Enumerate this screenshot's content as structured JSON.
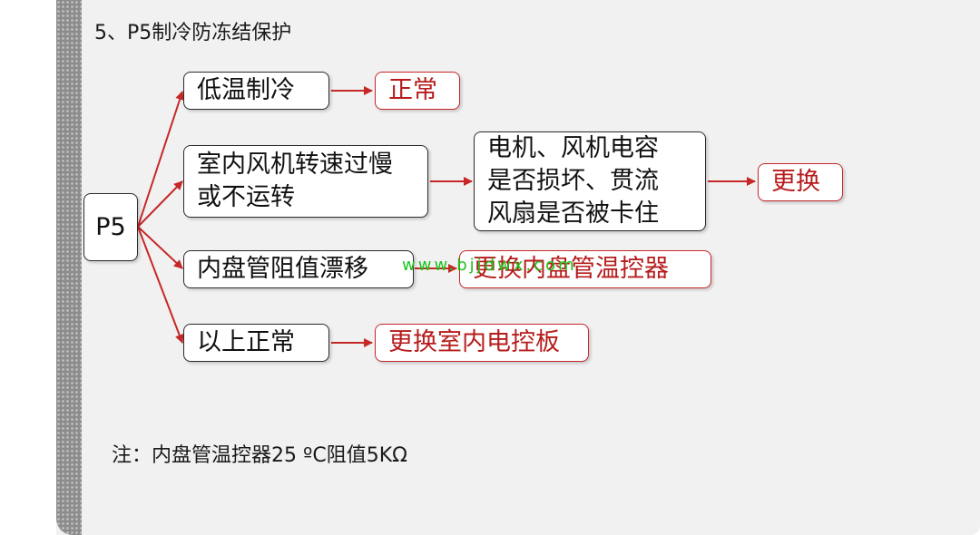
{
  "title": "5、P5制冷防冻结保护",
  "root": "P5",
  "branches": [
    {
      "cause": "低温制冷",
      "result": "正常"
    },
    {
      "cause": "室内风机转速过慢\n或不运转",
      "check": "电机、风机电容\n是否损坏、贯流\n风扇是否被卡住",
      "result": "更换"
    },
    {
      "cause": "内盘管阻值漂移",
      "result": "更换内盘管温控器"
    },
    {
      "cause": "以上正常",
      "result": "更换室内电控板"
    }
  ],
  "watermark": "www.bjjdwx.com",
  "note": "注：内盘管温控器25 ºC阻值5KΩ",
  "colors": {
    "arrow": "#c62828",
    "result_text": "#b71c1c",
    "watermark": "#19c419",
    "background": "#f1f1f1"
  }
}
